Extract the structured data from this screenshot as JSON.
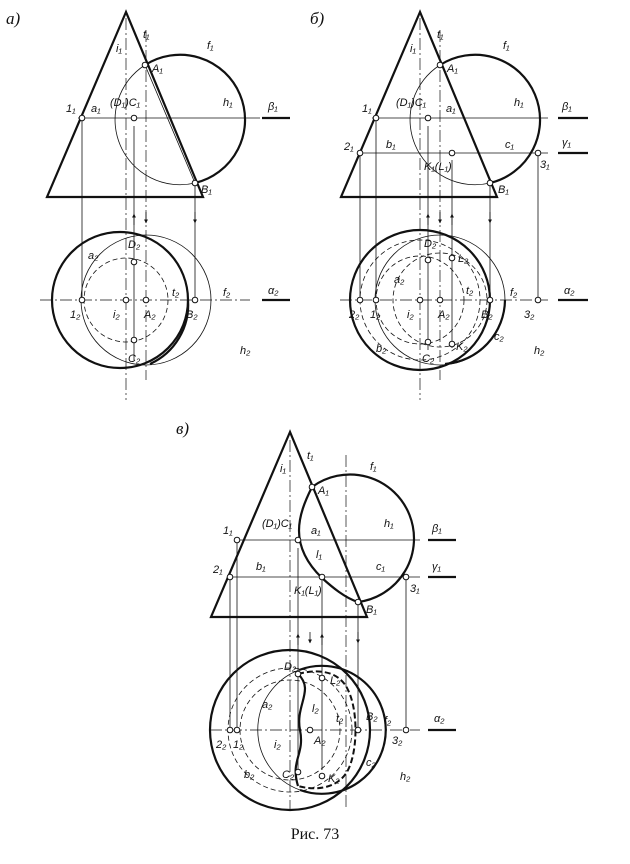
{
  "caption": "Рис. 73",
  "panels": [
    {
      "id": "a",
      "label": "а)",
      "labels": {
        "t1_top": "t₁",
        "i1": "i₁",
        "f1": "f₁",
        "A1": "A₁",
        "n1": "1₁",
        "a1": "a₁",
        "D1C1": "(D₁)C₁",
        "h1": "h₁",
        "beta1": "β₁",
        "B1": "B₁",
        "D2": "D₂",
        "a2": "a₂",
        "t2": "t₂",
        "f2": "f₂",
        "alpha2": "α₂",
        "n2": "1₂",
        "i2": "i₂",
        "A2": "A₂",
        "B2": "B₂",
        "C2": "C₂",
        "h2": "h₂"
      }
    },
    {
      "id": "b",
      "label": "б)",
      "labels": {
        "t1_top": "t₁",
        "i1": "i₁",
        "f1": "f₁",
        "A1": "A₁",
        "n1": "1₁",
        "D1C1": "(D₁)C₁",
        "a1": "a₁",
        "h1": "h₁",
        "beta1": "β₁",
        "n21": "2₁",
        "b1": "b₁",
        "c1": "c₁",
        "gamma1": "γ₁",
        "n31": "3₁",
        "K1L1": "K₁(L₁)",
        "B1": "B₁",
        "D2": "D₂",
        "L2": "L₂",
        "a2": "a₂",
        "t2": "t₂",
        "f2": "f₂",
        "alpha2": "α₂",
        "n22": "2₂",
        "n2": "1₂",
        "i2": "i₂",
        "A2": "A₂",
        "B2": "B₂",
        "n32": "3₂",
        "b2": "b₂",
        "C2": "C₂",
        "K2": "K₂",
        "c2": "c₂",
        "h2": "h₂"
      }
    },
    {
      "id": "v",
      "label": "в)",
      "labels": {
        "t1_top": "t₁",
        "i1": "i₁",
        "f1": "f₁",
        "A1": "A₁",
        "n1": "1₁",
        "D1C1": "(D₁)C₁",
        "a1": "a₁",
        "h1": "h₁",
        "beta1": "β₁",
        "l1": "l₁",
        "n21": "2₁",
        "b1": "b₁",
        "c1": "c₁",
        "gamma1": "γ₁",
        "n31": "3₁",
        "K1L1": "K₁(L₁)",
        "B1": "B₁",
        "D2": "D₂",
        "L2": "L₂",
        "a2": "a₂",
        "l2": "l₂",
        "t2": "t₂",
        "B2": "B₂",
        "f2": "f₂",
        "alpha2": "α₂",
        "n22": "2₂",
        "n2": "1₂",
        "i2": "i₂",
        "A2": "A₂",
        "n32": "3₂",
        "b2": "b₂",
        "C2": "C₂",
        "K2": "K₂",
        "c2": "c₂",
        "h2": "h₂"
      }
    }
  ]
}
